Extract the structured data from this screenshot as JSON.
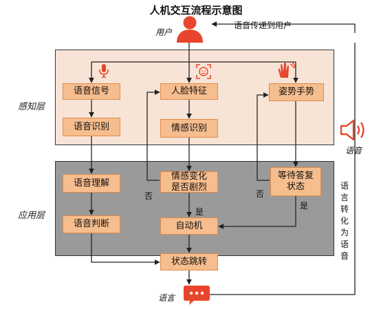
{
  "title": "人机交互流程示意图",
  "actors": {
    "user": "用户",
    "speech": "语音",
    "language": "语言"
  },
  "layers": {
    "perception": "感知层",
    "application": "应用层"
  },
  "nodes": {
    "speech_signal": "语音信号",
    "face_feature": "人脸特征",
    "gesture": "姿势手势",
    "speech_recognition": "语音识别",
    "emotion_recognition": "情感识别",
    "speech_understanding": "语音理解",
    "emotion_change": "情感变化\n是否剧烈",
    "wait_reply": "等待答复\n状态",
    "speech_judgement": "语音判断",
    "automaton": "自动机",
    "state_jump": "状态跳转"
  },
  "edge_labels": {
    "no1": "否",
    "yes1": "是",
    "no2": "否",
    "yes2": "是"
  },
  "side_notes": {
    "voice_to_user": "语音传递到用户",
    "text_to_speech": "语\n言\n转\n化\n为\n语\n音"
  },
  "colors": {
    "accent": "#e8462c",
    "node_fill": "#f6bd8e",
    "perception_bg": "#f8e4d6",
    "application_bg": "#9a9a9a"
  },
  "icons": [
    "user-icon",
    "microphone-icon",
    "face-scan-icon",
    "hand-gesture-icon",
    "speaker-icon",
    "chat-bubble-icon"
  ]
}
